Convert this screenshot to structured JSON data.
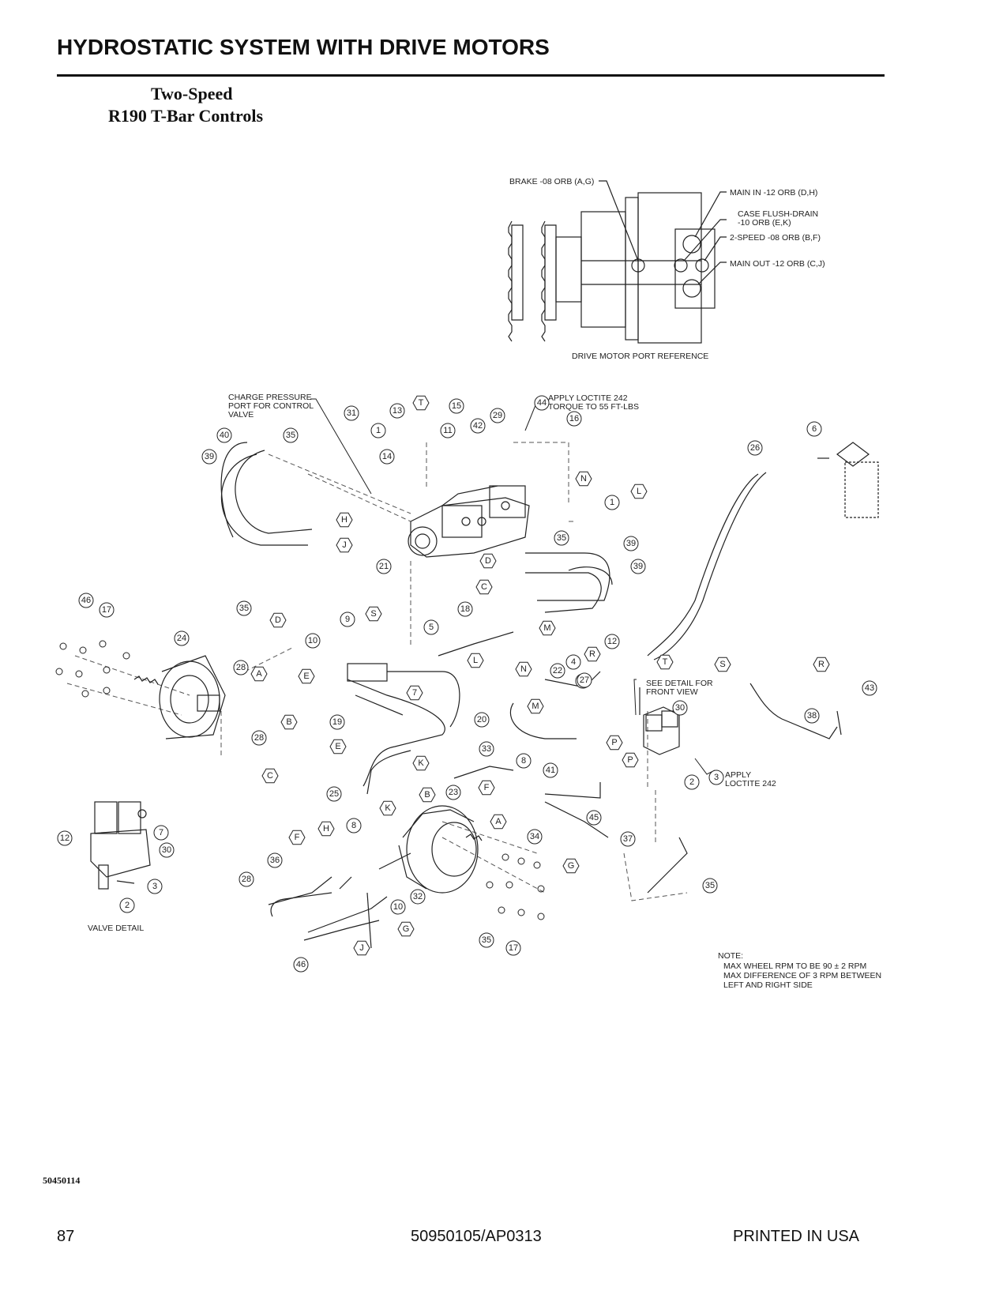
{
  "header": {
    "title": "HYDROSTATIC SYSTEM WITH DRIVE MOTORS",
    "subtitle_line1": "Two-Speed",
    "subtitle_line2": "R190 T-Bar Controls"
  },
  "port_reference": {
    "caption": "DRIVE MOTOR PORT REFERENCE",
    "brake": "BRAKE -08 ORB (A,G)",
    "main_in": "MAIN IN -12 ORB (D,H)",
    "case_flush_1": "CASE FLUSH-DRAIN",
    "case_flush_2": "-10 ORB (E,K)",
    "two_speed": "2-SPEED -08 ORB (B,F)",
    "main_out": "MAIN OUT -12 ORB (C,J)"
  },
  "annotations": {
    "charge_1": "CHARGE PRESSURE",
    "charge_2": "PORT FOR CONTROL",
    "charge_3": "VALVE",
    "loctite_torque_1": "APPLY LOCTITE 242",
    "loctite_torque_2": "TORQUE TO 55 FT-LBS",
    "see_detail_1": "SEE DETAIL FOR",
    "see_detail_2": "FRONT VIEW",
    "loctite_1": "APPLY",
    "loctite_2": "LOCTITE 242",
    "valve_detail": "VALVE DETAIL",
    "note_title": "NOTE:",
    "note_1": "MAX WHEEL RPM TO BE 90 ± 2 RPM",
    "note_2": "MAX DIFFERENCE OF 3 RPM BETWEEN",
    "note_3": "LEFT AND RIGHT SIDE"
  },
  "callouts": {
    "circle": [
      "31",
      "13",
      "15",
      "29",
      "44",
      "16",
      "1",
      "11",
      "42",
      "14",
      "40",
      "35",
      "39",
      "6",
      "26",
      "1",
      "35",
      "39",
      "39",
      "21",
      "18",
      "5",
      "9",
      "46",
      "17",
      "35",
      "10",
      "24",
      "28",
      "28",
      "22",
      "4",
      "27",
      "12",
      "30",
      "19",
      "20",
      "33",
      "8",
      "25",
      "23",
      "41",
      "2",
      "3",
      "45",
      "34",
      "37",
      "8",
      "35",
      "36",
      "28",
      "32",
      "10",
      "35",
      "17",
      "46",
      "38",
      "43",
      "7",
      "27",
      "30",
      "12",
      "3",
      "2"
    ],
    "hex": [
      "T",
      "N",
      "L",
      "H",
      "J",
      "D",
      "C",
      "M",
      "S",
      "D",
      "E",
      "A",
      "B",
      "C",
      "L",
      "7",
      "R",
      "N",
      "M",
      "P",
      "T",
      "S",
      "R",
      "E",
      "K",
      "B",
      "F",
      "A",
      "P",
      "K",
      "H",
      "F",
      "G",
      "G",
      "J"
    ]
  },
  "footer": {
    "part_number": "50450114",
    "page": "87",
    "document": "50950105/AP0313",
    "printed": "PRINTED IN USA"
  }
}
